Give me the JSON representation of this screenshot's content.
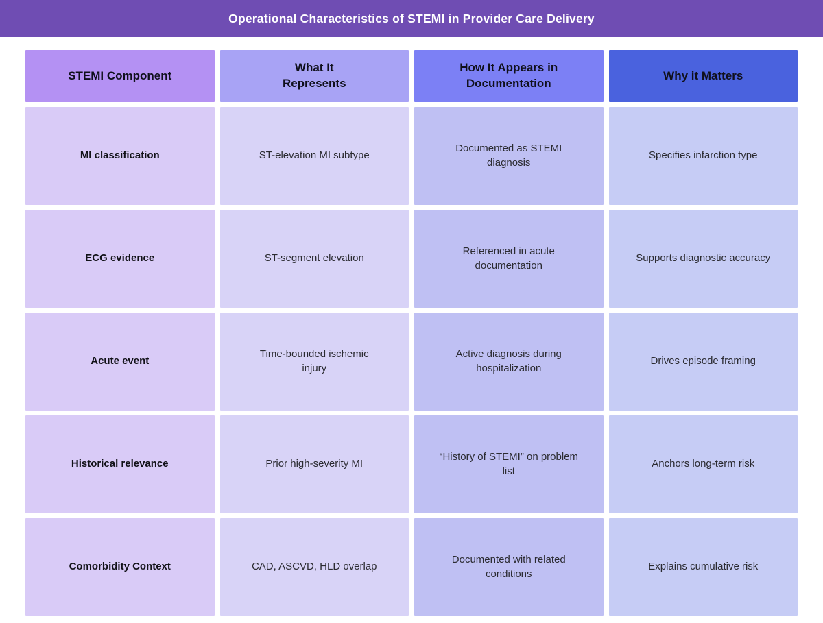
{
  "banner": {
    "title": "Operational Characteristics of STEMI in Provider Care Delivery"
  },
  "palette": {
    "banner_bg": "#6F4DB3",
    "banner_text": "#FFFFFF",
    "header_bgs": [
      "#B491F3",
      "#A8A3F5",
      "#7C80F5",
      "#4A62DE"
    ],
    "column_bgs": [
      "#D9CBF7",
      "#D8D3F7",
      "#BFC0F3",
      "#C6CCF5"
    ],
    "header_text": "#10101C",
    "body_text": "#2B2B31"
  },
  "table": {
    "headers": [
      {
        "label": "STEMI Component"
      },
      {
        "label": "What It Represents"
      },
      {
        "label": "How It Appears in Documentation"
      },
      {
        "label": "Why it Matters"
      }
    ],
    "rows": [
      {
        "cells": [
          "MI classification",
          "ST-elevation MI subtype",
          "Documented as STEMI diagnosis",
          "Specifies infarction type"
        ]
      },
      {
        "cells": [
          "ECG evidence",
          "ST-segment elevation",
          "Referenced in acute documentation",
          "Supports diagnostic accuracy"
        ]
      },
      {
        "cells": [
          "Acute event",
          "Time-bounded ischemic injury",
          "Active diagnosis during hospitalization",
          "Drives episode framing"
        ]
      },
      {
        "cells": [
          "Historical relevance",
          "Prior high-severity MI",
          "“History of STEMI” on problem list",
          "Anchors long-term risk"
        ]
      },
      {
        "cells": [
          "Comorbidity Context",
          "CAD, ASCVD, HLD overlap",
          "Documented with related conditions",
          "Explains cumulative risk"
        ]
      }
    ]
  }
}
